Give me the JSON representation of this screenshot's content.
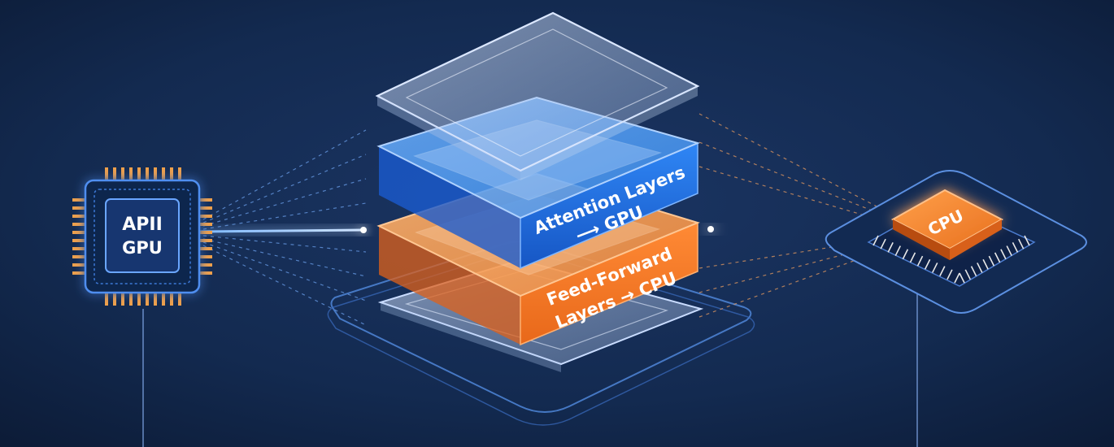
{
  "gpu_chip": {
    "line1": "APII",
    "line2": "GPU",
    "accent": "#5b9bff",
    "pin_color": "#f0a04a"
  },
  "cpu_chip": {
    "label": "CPU",
    "accent": "#f07a2a"
  },
  "layers": {
    "attention": {
      "line1": "Attention Layers",
      "line2": "⟶ GPU",
      "color": "#1f6fe0"
    },
    "feed_forward": {
      "line1": "Feed-Forward",
      "line2": "Layers → CPU",
      "color": "#f07a2a"
    }
  },
  "background": "#0f1f3d"
}
